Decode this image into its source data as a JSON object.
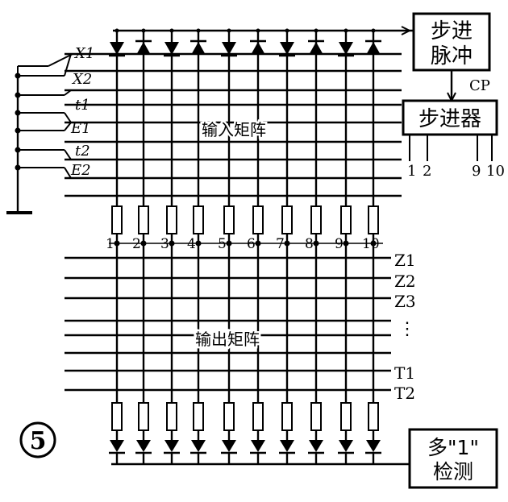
{
  "figure_number": "⑤",
  "blocks": {
    "step_pulse": {
      "line1": "步进",
      "line2": "脉冲"
    },
    "stepper": {
      "label": "步进器"
    },
    "multi_detect": {
      "line1": "多\"1\"",
      "line2": "检测"
    }
  },
  "signals": {
    "cp": "CP"
  },
  "stepper_outputs": [
    "1",
    "2",
    "9",
    "10"
  ],
  "input_lines": [
    "X1",
    "X2",
    "t1",
    "E1",
    "t2",
    "E2"
  ],
  "input_matrix_label": "输入矩阵",
  "output_matrix_label": "输出矩阵",
  "column_numbers": [
    "1",
    "2",
    "3",
    "4",
    "5",
    "6",
    "7",
    "8",
    "9",
    "10"
  ],
  "output_lines": [
    "Z1",
    "Z2",
    "Z3",
    "⋮",
    "T1",
    "T2"
  ]
}
